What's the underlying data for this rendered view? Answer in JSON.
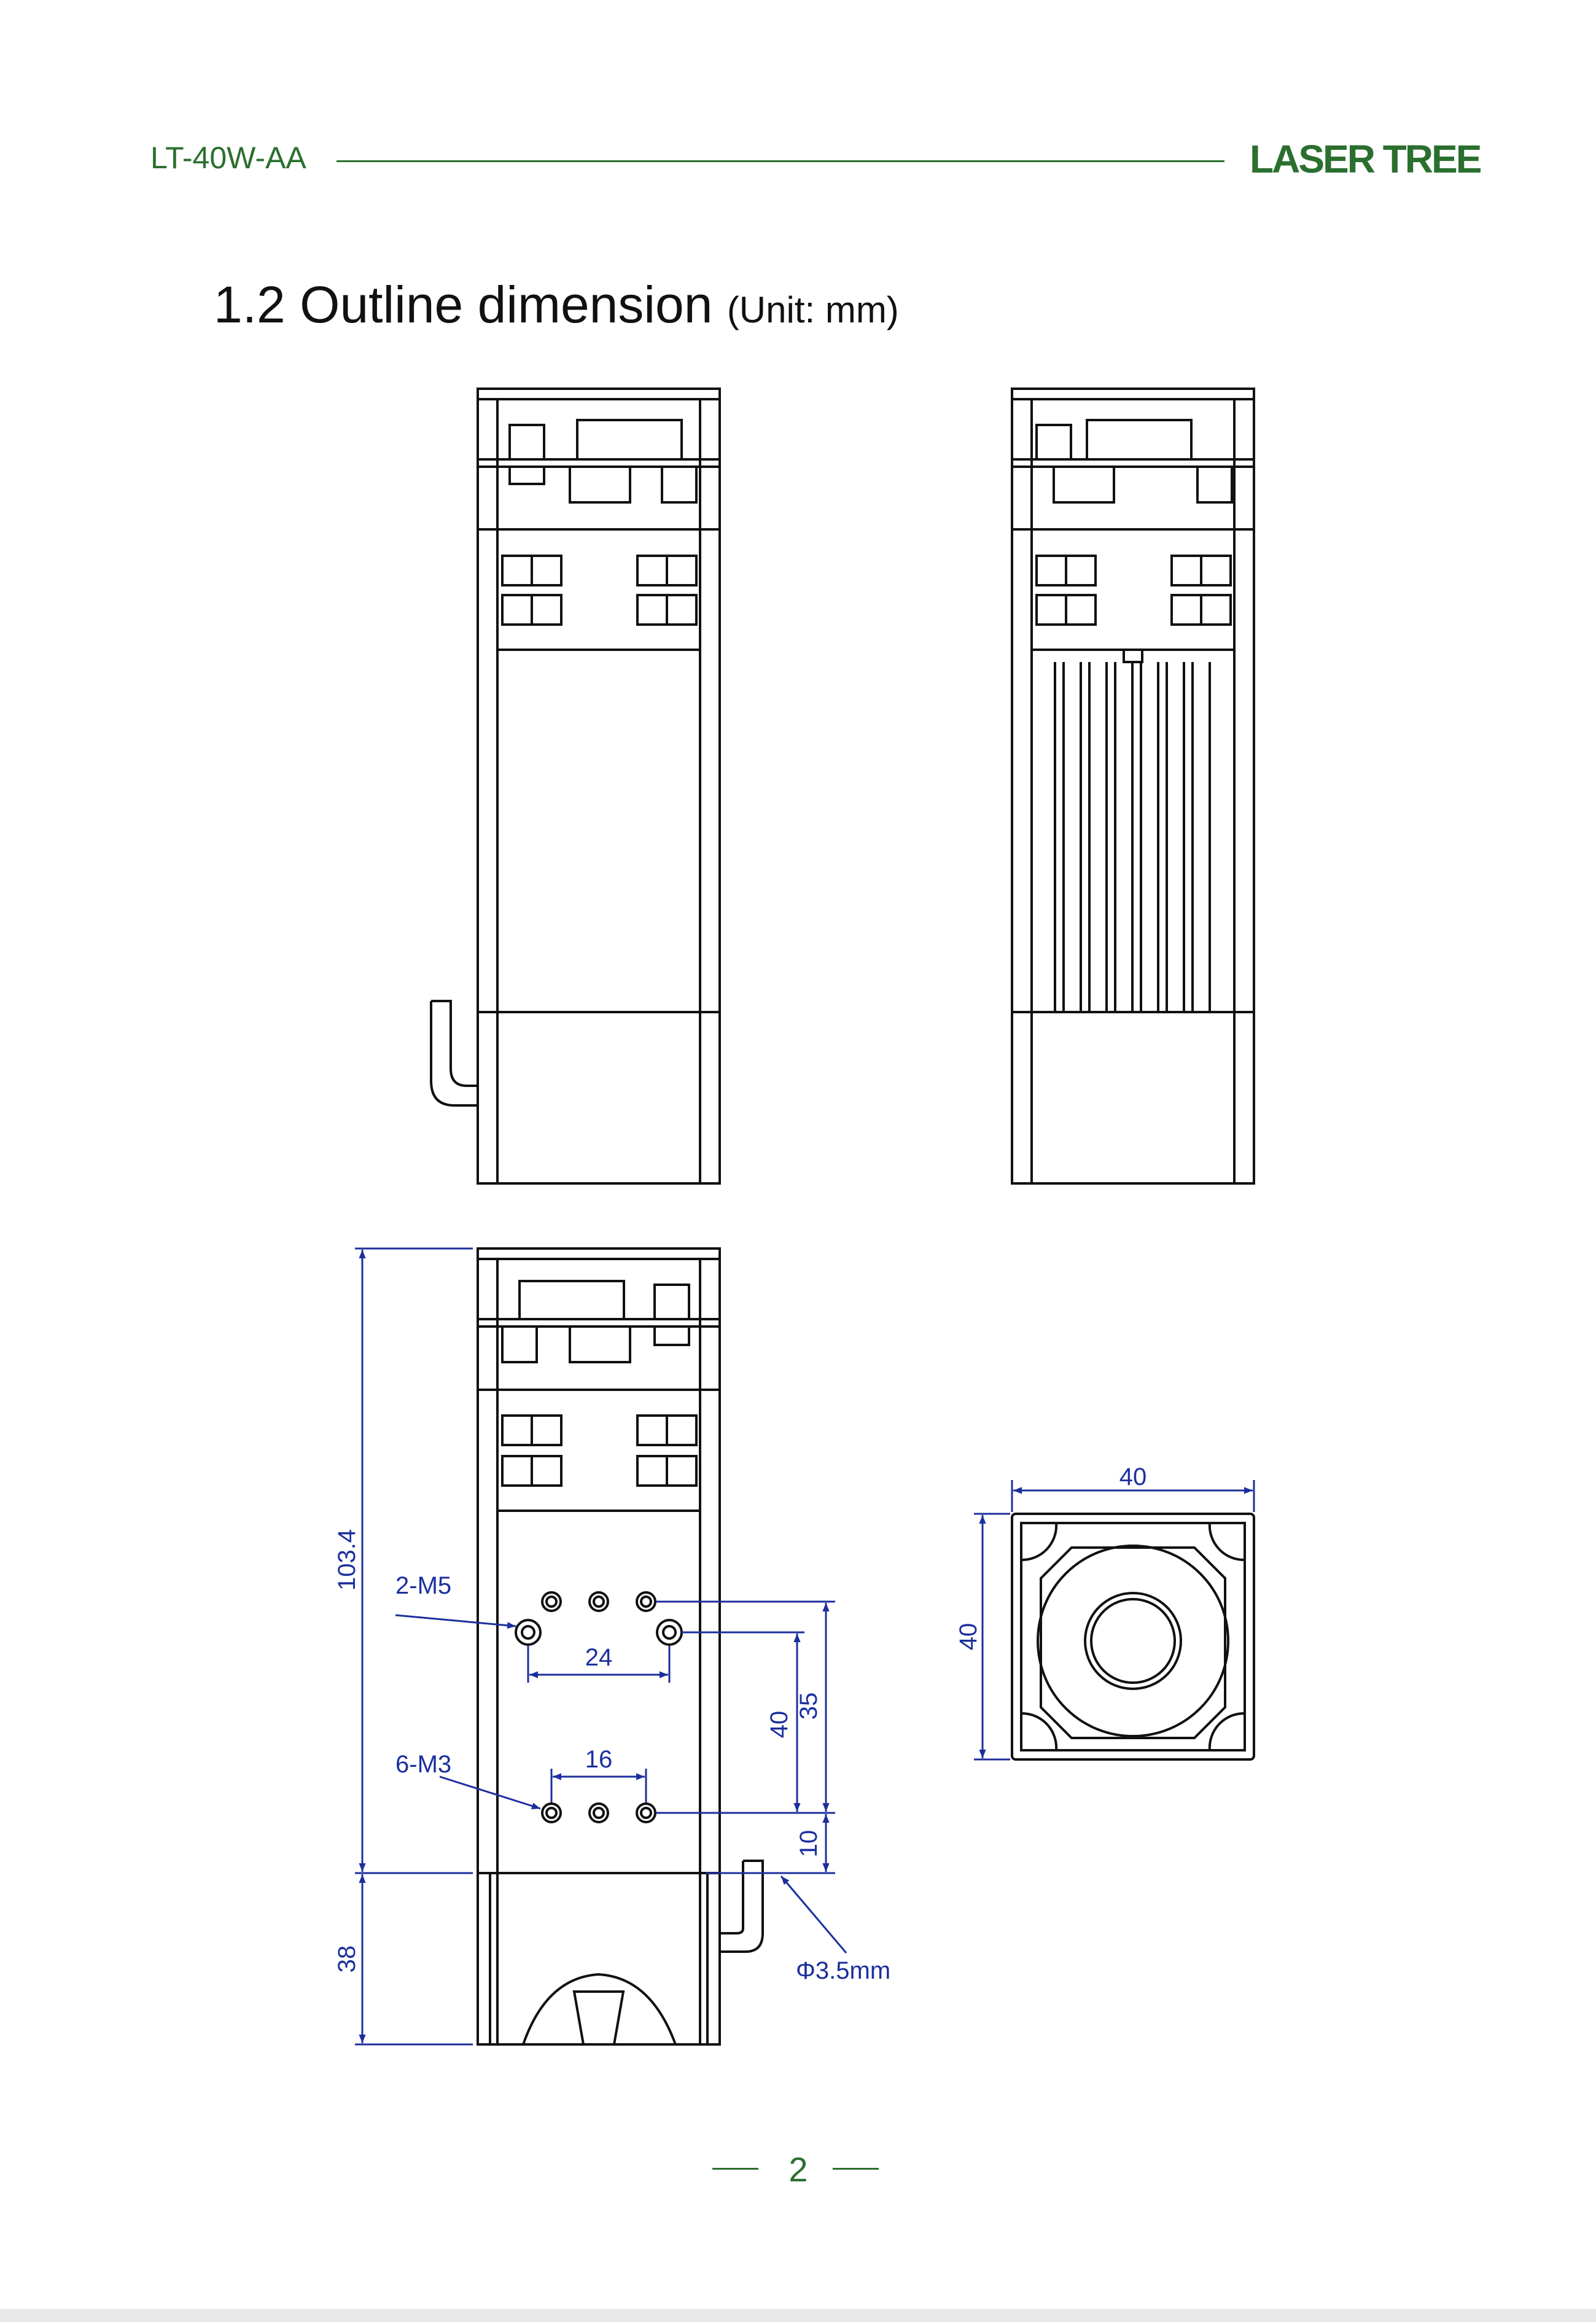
{
  "header": {
    "model": "LT-40W-AA",
    "logo": "LASER TREE"
  },
  "section": {
    "title": "1.2 Outline dimension",
    "unit": "(Unit: mm)"
  },
  "dimensions": {
    "total_height": "103.4",
    "lower_height": "38",
    "m5_label": "2-M5",
    "m3_label": "6-M3",
    "m5_spacing": "24",
    "m3_spacing": "16",
    "dist_40": "40",
    "dist_35": "35",
    "dist_10": "10",
    "cable_diameter": "Φ3.5mm",
    "width": "40",
    "depth": "40"
  },
  "footer": {
    "page": "2"
  },
  "colors": {
    "brand_green": "#2b6f2f",
    "dimension_blue": "#1c2f9e",
    "outline": "#111111"
  }
}
